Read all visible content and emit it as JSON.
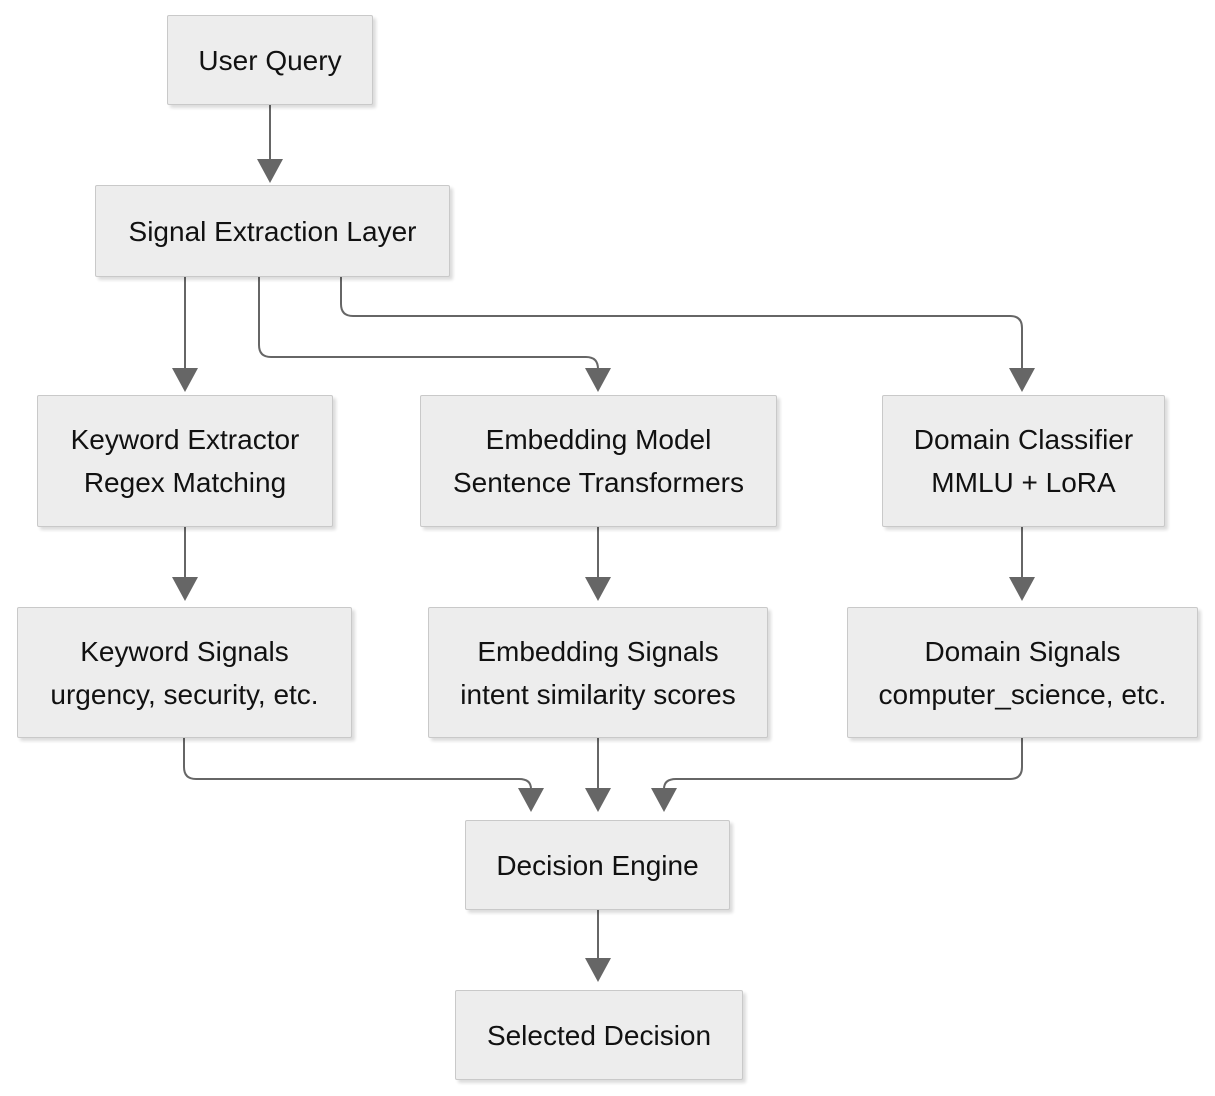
{
  "diagram": {
    "type": "flowchart",
    "colors": {
      "node_fill": "#ededed",
      "node_border": "#c9c9c9",
      "connector": "#666666",
      "text": "#111111",
      "background": "#ffffff"
    },
    "nodes": {
      "user_query": {
        "label": "User Query"
      },
      "signal_extraction": {
        "label": "Signal Extraction Layer"
      },
      "keyword_extractor": {
        "title": "Keyword Extractor",
        "subtitle": "Regex Matching"
      },
      "embedding_model": {
        "title": "Embedding Model",
        "subtitle": "Sentence Transformers"
      },
      "domain_classifier": {
        "title": "Domain Classifier",
        "subtitle": "MMLU + LoRA"
      },
      "keyword_signals": {
        "title": "Keyword Signals",
        "subtitle": "urgency, security, etc."
      },
      "embedding_signals": {
        "title": "Embedding Signals",
        "subtitle": "intent similarity scores"
      },
      "domain_signals": {
        "title": "Domain Signals",
        "subtitle": "computer_science, etc."
      },
      "decision_engine": {
        "label": "Decision Engine"
      },
      "selected_decision": {
        "label": "Selected Decision"
      }
    },
    "edges": [
      {
        "from": "user_query",
        "to": "signal_extraction"
      },
      {
        "from": "signal_extraction",
        "to": "keyword_extractor"
      },
      {
        "from": "signal_extraction",
        "to": "embedding_model"
      },
      {
        "from": "signal_extraction",
        "to": "domain_classifier"
      },
      {
        "from": "keyword_extractor",
        "to": "keyword_signals"
      },
      {
        "from": "embedding_model",
        "to": "embedding_signals"
      },
      {
        "from": "domain_classifier",
        "to": "domain_signals"
      },
      {
        "from": "keyword_signals",
        "to": "decision_engine"
      },
      {
        "from": "embedding_signals",
        "to": "decision_engine"
      },
      {
        "from": "domain_signals",
        "to": "decision_engine"
      },
      {
        "from": "decision_engine",
        "to": "selected_decision"
      }
    ]
  }
}
